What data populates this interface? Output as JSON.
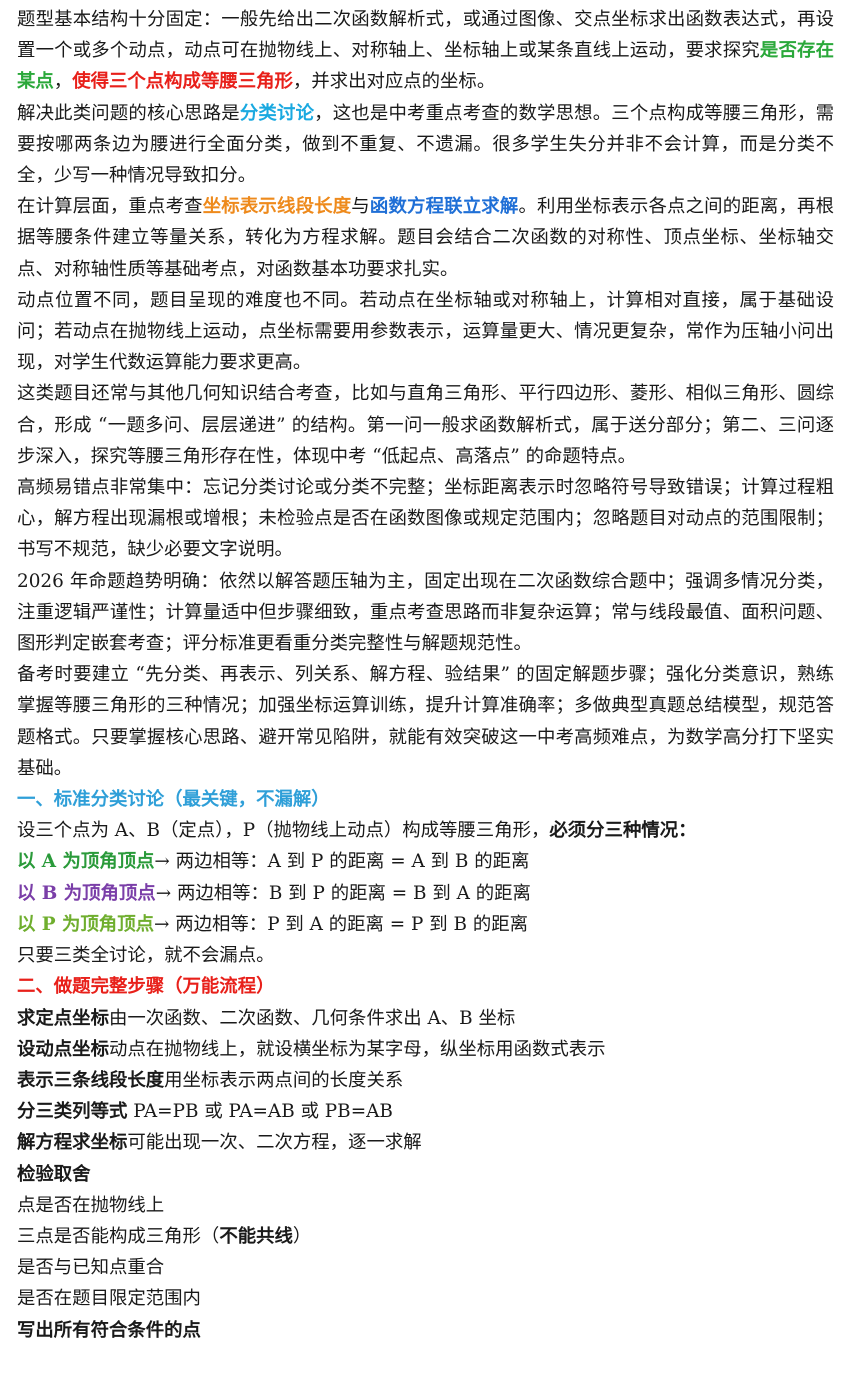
{
  "p1": {
    "a": "题型基本结构十分固定：一般先给出二次函数解析式，或通过图像、交点坐标求出函数表达式，再设置一个或多个动点，动点可在抛物线上、对称轴上、坐标轴上或某条直线上运动，要求探究",
    "b": "是否存在某点",
    "c": "，",
    "d": "使得三个点构成等腰三角形",
    "e": "，并求出对应点的坐标。"
  },
  "p2": {
    "a": "解决此类问题的核心思路是",
    "b": "分类讨论",
    "c": "，这也是中考重点考查的数学思想。三个点构成等腰三角形，需要按哪两条边为腰进行全面分类，做到不重复、不遗漏。很多学生失分并非不会计算，而是分类不全，少写一种情况导致扣分。"
  },
  "p3": {
    "a": "在计算层面，重点考查",
    "b": "坐标表示线段长度",
    "c": "与",
    "d": "函数方程联立求解",
    "e": "。利用坐标表示各点之间的距离，再根据等腰条件建立等量关系，转化为方程求解。题目会结合二次函数的对称性、顶点坐标、坐标轴交点、对称轴性质等基础考点，对函数基本功要求扎实。"
  },
  "p4": "动点位置不同，题目呈现的难度也不同。若动点在坐标轴或对称轴上，计算相对直接，属于基础设问；若动点在抛物线上运动，点坐标需要用参数表示，运算量更大、情况更复杂，常作为压轴小问出现，对学生代数运算能力要求更高。",
  "p5": "这类题目还常与其他几何知识结合考查，比如与直角三角形、平行四边形、菱形、相似三角形、圆综合，形成 “一题多问、层层递进” 的结构。第一问一般求函数解析式，属于送分部分；第二、三问逐步深入，探究等腰三角形存在性，体现中考 “低起点、高落点” 的命题特点。",
  "p6": "高频易错点非常集中：忘记分类讨论或分类不完整；坐标距离表示时忽略符号导致错误；计算过程粗心，解方程出现漏根或增根；未检验点是否在函数图像或规定范围内；忽略题目对动点的范围限制；书写不规范，缺少必要文字说明。",
  "p7": "2026 年命题趋势明确：依然以解答题压轴为主，固定出现在二次函数综合题中；强调多情况分类，注重逻辑严谨性；计算量适中但步骤细致，重点考查思路而非复杂运算；常与线段最值、面积问题、图形判定嵌套考查；评分标准更看重分类完整性与解题规范性。",
  "p8": "备考时要建立 “先分类、再表示、列关系、解方程、验结果” 的固定解题步骤；强化分类意识，熟练掌握等腰三角形的三种情况；加强坐标运算训练，提升计算准确率；多做典型真题总结模型，规范答题格式。只要掌握核心思路、避开常见陷阱，就能有效突破这一中考高频难点，为数学高分打下坚实基础。",
  "sec1": {
    "heading": "一、标准分类讨论（最关键，不漏解）",
    "intro_a": "设三个点为 A、B（定点），P（抛物线上动点）构成等腰三角形，",
    "intro_b": "必须分三种情况：",
    "cases": [
      {
        "label": "以 A 为顶角顶点",
        "text": "→ 两边相等：A 到 P 的距离 = A 到 B 的距离"
      },
      {
        "label": "以 B 为顶角顶点",
        "text": "→ 两边相等：B 到 P 的距离 = B 到 A 的距离"
      },
      {
        "label": "以 P 为顶角顶点",
        "text": "→ 两边相等：P 到 A 的距离 = P 到 B 的距离"
      }
    ],
    "outro": "只要三类全讨论，就不会漏点。"
  },
  "sec2": {
    "heading": "二、做题完整步骤（万能流程）",
    "steps": [
      {
        "label": "求定点坐标",
        "text": "由一次函数、二次函数、几何条件求出 A、B 坐标"
      },
      {
        "label": "设动点坐标",
        "text": "动点在抛物线上，就设横坐标为某字母，纵坐标用函数式表示"
      },
      {
        "label": "表示三条线段长度",
        "text": "用坐标表示两点间的长度关系"
      },
      {
        "label": "分三类列等式",
        "text": " PA=PB 或 PA=AB 或 PB=AB"
      },
      {
        "label": "解方程求坐标",
        "text": "可能出现一次、二次方程，逐一求解"
      }
    ],
    "check_title": "检验取舍",
    "checks": [
      "点是否在抛物线上",
      "三点是否能构成三角形（",
      "是否与已知点重合",
      "是否在题目限定范围内"
    ],
    "check2_bold": "不能共线",
    "check2_end": "）",
    "final": "写出所有符合条件的点"
  }
}
